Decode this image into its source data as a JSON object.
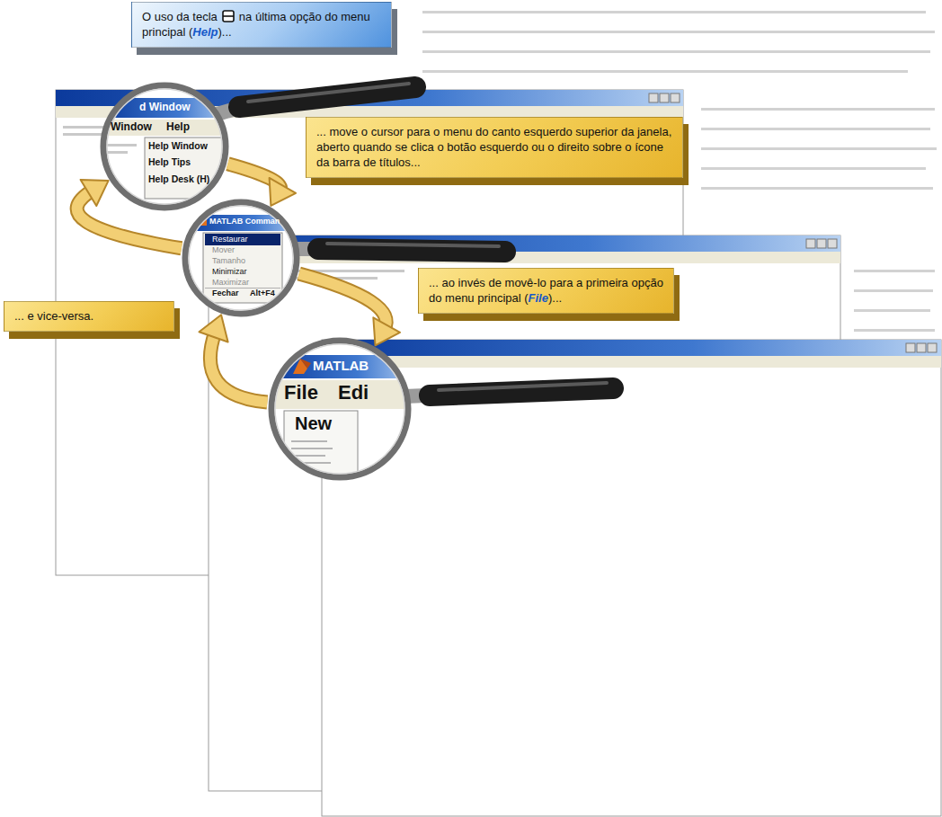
{
  "diagram": {
    "nodes": [
      {
        "text": [
          "O uso da tecla",
          "na última opção do menu principal (",
          "Help",
          ")..."
        ]
      },
      {
        "text": [
          "d Window",
          "Window",
          "Help",
          "Help Window",
          "Help Tips",
          "Help Desk (H)"
        ]
      },
      {
        "text": [
          "... move o cursor para o menu do canto esquerdo superior da janela, aberto quando se clica o botão esquerdo ou o direito sobre o ícone da barra de títulos..."
        ]
      },
      {
        "text": [
          "MATLAB Comman",
          "Restaurar",
          "Mover",
          "Tamanho",
          "Minimizar",
          "Maximizar",
          "Fechar",
          "Alt+F4"
        ]
      },
      {
        "text": [
          "... ao invés de movê-lo para a primeira opção do menu principal (",
          "File",
          ")..."
        ]
      },
      {
        "text": [
          "MATLAB",
          "File",
          "Edi",
          "New"
        ]
      },
      {
        "text": [
          "... e vice-versa."
        ]
      }
    ],
    "edges": [
      {
        "from": 1,
        "to": 3,
        "arrow": "to"
      },
      {
        "from": 3,
        "to": 1,
        "arrow": "to"
      },
      {
        "from": 3,
        "to": 5,
        "arrow": "to"
      },
      {
        "from": 5,
        "to": 3,
        "arrow": "to"
      }
    ]
  }
}
